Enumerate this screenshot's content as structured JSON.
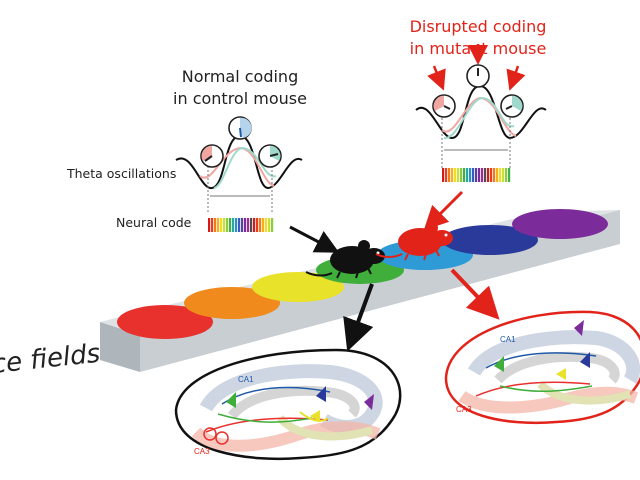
{
  "labels": {
    "normal_title": [
      "Normal coding",
      "in control mouse"
    ],
    "mutant_title": [
      "Disrupted coding",
      "in mutant mouse"
    ],
    "theta": "Theta oscillations",
    "neural_code": "Neural code",
    "place_fields": "ce fields"
  },
  "hippocampus": {
    "left": {
      "ca1": "CA1",
      "ca3": "CA3"
    },
    "right": {
      "ca1": "CA1",
      "ca3": "CA3"
    }
  },
  "colors": {
    "mutant_red": "#e2231a",
    "track_gray": "#c9ced3",
    "fields": [
      "#e8302c",
      "#f08a1c",
      "#e9e22a",
      "#3fae3a",
      "#2e9bd6",
      "#2a3a9b",
      "#7b2c9a"
    ],
    "code_stripes": [
      "#d7191c",
      "#e6401a",
      "#f07b1b",
      "#f5b01c",
      "#f1dd21",
      "#c7e03a",
      "#8ccc3e",
      "#3fb049",
      "#2aa7a0",
      "#2a8fd0",
      "#3a5bbf",
      "#5b3ea8",
      "#7b2c9a",
      "#9a2d8f",
      "#4d4d4d"
    ]
  }
}
